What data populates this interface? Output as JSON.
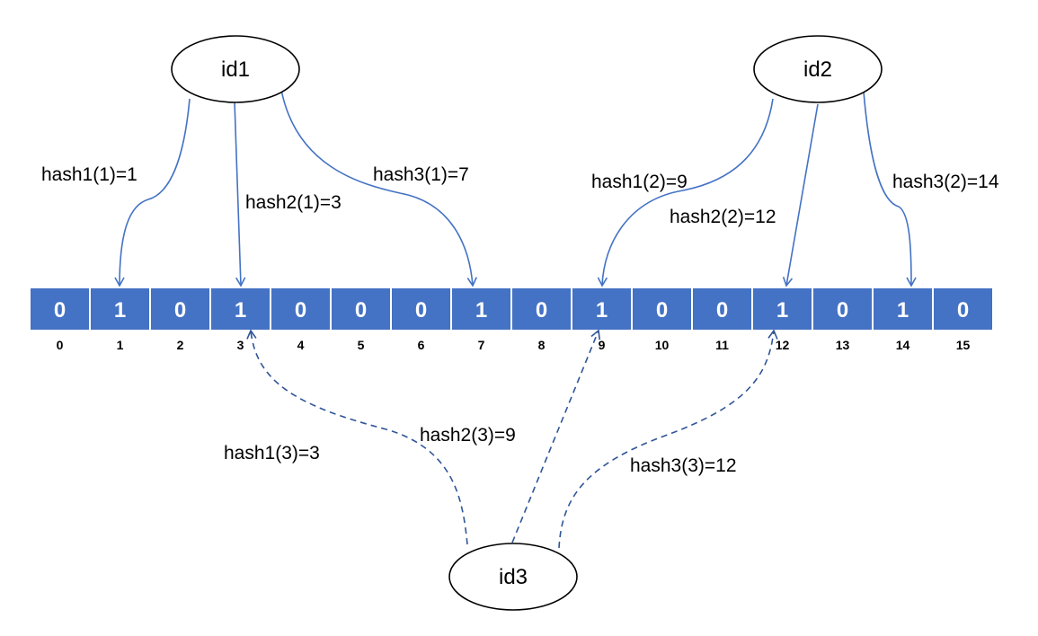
{
  "bit_array": {
    "bits": [
      "0",
      "1",
      "0",
      "1",
      "0",
      "0",
      "0",
      "1",
      "0",
      "1",
      "0",
      "0",
      "1",
      "0",
      "1",
      "0"
    ],
    "indices": [
      "0",
      "1",
      "2",
      "3",
      "4",
      "5",
      "6",
      "7",
      "8",
      "9",
      "10",
      "11",
      "12",
      "13",
      "14",
      "15"
    ]
  },
  "nodes": {
    "id1": "id1",
    "id2": "id2",
    "id3": "id3"
  },
  "edges": {
    "id1": [
      "hash1(1)=1",
      "hash2(1)=3",
      "hash3(1)=7"
    ],
    "id2": [
      "hash1(2)=9",
      "hash2(2)=12",
      "hash3(2)=14"
    ],
    "id3": [
      "hash1(3)=3",
      "hash2(3)=9",
      "hash3(3)=12"
    ]
  },
  "colors": {
    "cell_fill": "#4472C4",
    "cell_text": "#FFFFFF",
    "solid_arrow": "#4472C4",
    "dashed_arrow": "#2F5597"
  }
}
